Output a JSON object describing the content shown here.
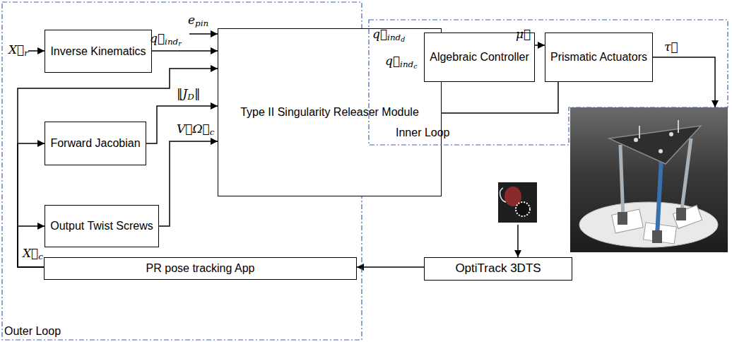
{
  "diagram": {
    "nodes": [
      {
        "text": [
          "Outer Loop"
        ]
      },
      {
        "text": [
          "Inverse Kinematics"
        ],
        "in": 0
      },
      {
        "text": [
          "Type II Singularity Releaser Module"
        ],
        "in": 0
      },
      {
        "text": [
          "Forward Jacobian"
        ],
        "in": 0
      },
      {
        "text": [
          "Output Twist Screws"
        ],
        "in": 0
      },
      {
        "text": [
          "PR pose tracking App"
        ],
        "in": 0
      },
      {
        "text": [
          "Inner Loop"
        ]
      },
      {
        "text": [
          "Algebraic Controller"
        ],
        "in": 6
      },
      {
        "text": [
          "Prismatic Actuators"
        ],
        "in": 6
      },
      {
        "text": [
          "OptiTrack 3DTS"
        ]
      }
    ],
    "edges": [
      {
        "from": 1,
        "to": 2,
        "arrow": "to",
        "label": "q⃗indr"
      },
      {
        "from": 3,
        "to": 2,
        "arrow": "to",
        "label": "‖JD‖"
      },
      {
        "from": 4,
        "to": 2,
        "arrow": "to",
        "label": "V⃗Ω⃗c"
      },
      {
        "from": 5,
        "to": 2,
        "arrow": "to",
        "label": "X⃗c"
      },
      {
        "from": 5,
        "to": 3,
        "arrow": "to"
      },
      {
        "from": 5,
        "to": 4,
        "arrow": "to"
      },
      {
        "from": 2,
        "to": 7,
        "arrow": "to",
        "label": "q⃗indd"
      },
      {
        "from": 8,
        "to": 7,
        "arrow": "to",
        "label": "q⃗indc"
      },
      {
        "from": 7,
        "to": 8,
        "arrow": "to",
        "label": "μ⃗"
      },
      {
        "from": 9,
        "to": 5,
        "arrow": "to"
      }
    ],
    "labels": [
      "X⃗r",
      "epin",
      "τ⃗"
    ]
  }
}
